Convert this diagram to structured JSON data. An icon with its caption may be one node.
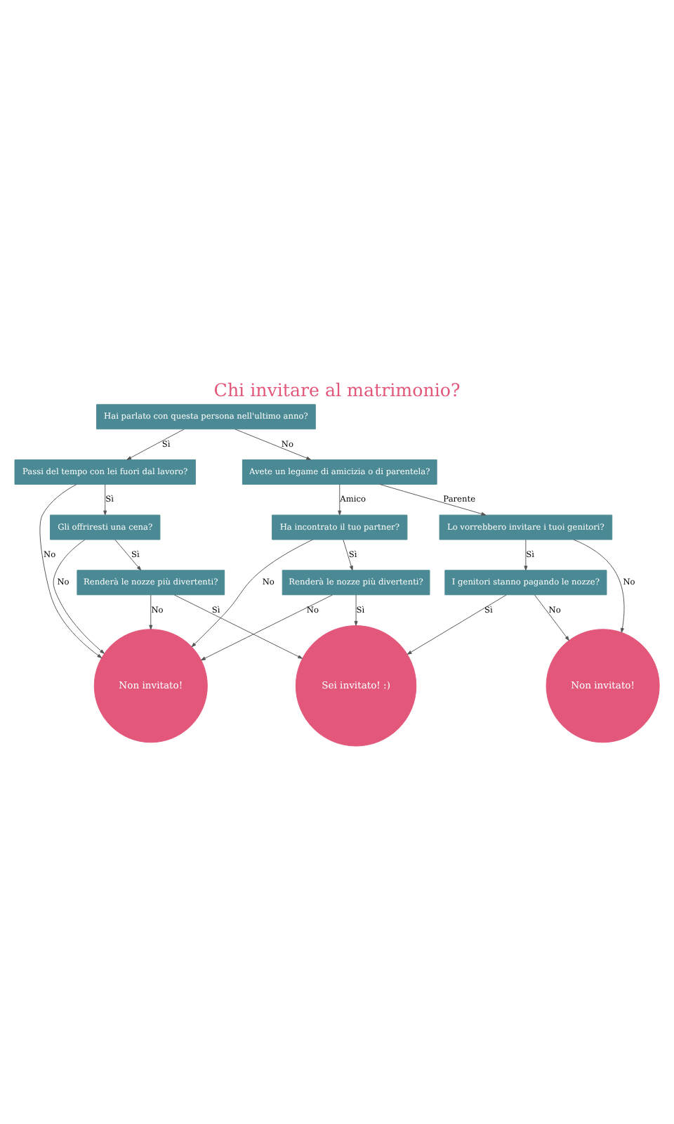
{
  "diagram": {
    "title": "Chi invitare al matrimonio?",
    "nodes": [
      {
        "text": [
          "Hai parlato con questa persona nell'ultimo anno?"
        ]
      },
      {
        "text": [
          "Passi del tempo con lei fuori dal lavoro?"
        ]
      },
      {
        "text": [
          "Avete un legame di amicizia o di parentela?"
        ]
      },
      {
        "text": [
          "Gli offriresti una cena?"
        ]
      },
      {
        "text": [
          "Ha incontrato il tuo partner?"
        ]
      },
      {
        "text": [
          "Non invitato!"
        ]
      },
      {
        "text": [
          "Renderà le nozze più divertenti?"
        ]
      },
      {
        "text": [
          "Renderà le nozze più divertenti?"
        ]
      },
      {
        "text": [
          "Sei invitato! :)"
        ]
      },
      {
        "text": [
          "Lo vorrebbero invitare i tuoi genitori?"
        ]
      },
      {
        "text": [
          "I genitori stanno pagando le nozze?"
        ]
      },
      {
        "text": [
          "Non invitato!"
        ]
      }
    ],
    "edges": [
      {
        "from": 0,
        "to": 1,
        "arrow": "to",
        "label": "Sì"
      },
      {
        "from": 0,
        "to": 2,
        "arrow": "to",
        "label": "No"
      },
      {
        "from": 1,
        "to": 3,
        "arrow": "to",
        "label": "Sì"
      },
      {
        "from": 1,
        "to": 5,
        "arrow": "to",
        "label": "No"
      },
      {
        "from": 2,
        "to": 4,
        "arrow": "to",
        "label": "Amico"
      },
      {
        "from": 2,
        "to": 9,
        "arrow": "to",
        "label": "Parente"
      },
      {
        "from": 3,
        "to": 6,
        "arrow": "to",
        "label": "Sì"
      },
      {
        "from": 3,
        "to": 5,
        "arrow": "to",
        "label": "No"
      },
      {
        "from": 4,
        "to": 5,
        "arrow": "to",
        "label": "No"
      },
      {
        "from": 4,
        "to": 7,
        "arrow": "to",
        "label": "Sì"
      },
      {
        "from": 6,
        "to": 8,
        "arrow": "to",
        "label": "Sì"
      },
      {
        "from": 6,
        "to": 5,
        "arrow": "to",
        "label": "No"
      },
      {
        "from": 7,
        "to": 5,
        "arrow": "to",
        "label": "No"
      },
      {
        "from": 7,
        "to": 8,
        "arrow": "to",
        "label": "Sì"
      },
      {
        "from": 9,
        "to": 10,
        "arrow": "to",
        "label": "Sì"
      },
      {
        "from": 9,
        "to": 11,
        "arrow": "to",
        "label": "No"
      },
      {
        "from": 10,
        "to": 8,
        "arrow": "to",
        "label": "Sì"
      },
      {
        "from": 10,
        "to": 11,
        "arrow": "to",
        "label": "No"
      }
    ]
  }
}
